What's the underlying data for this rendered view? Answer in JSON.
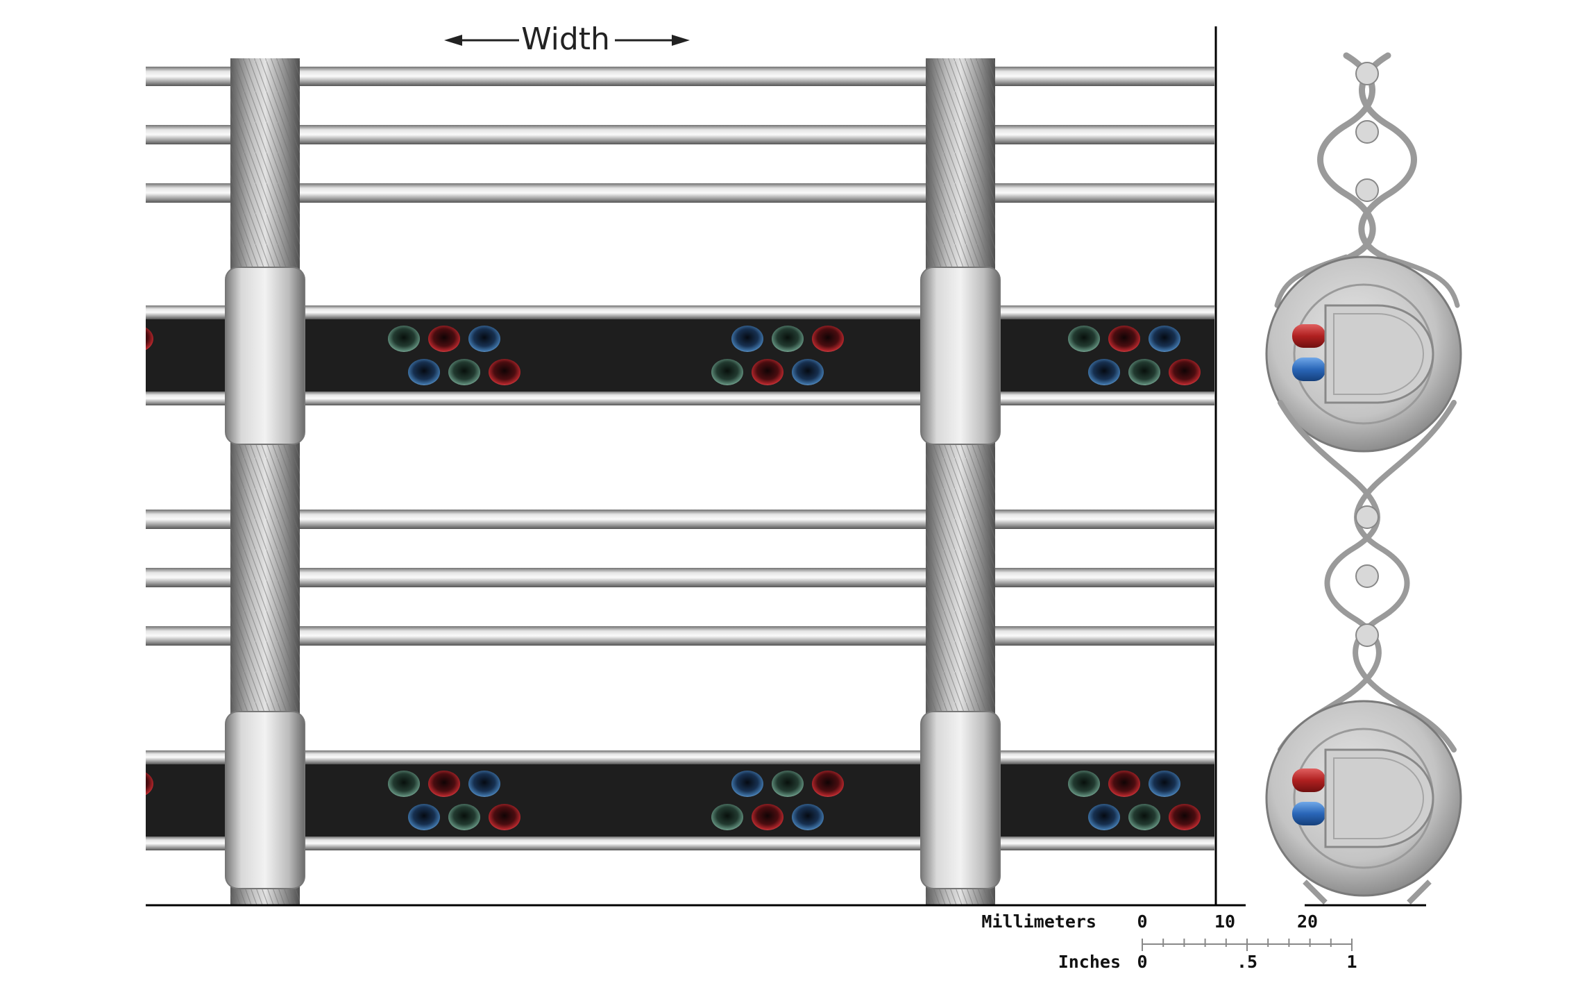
{
  "width_label": "Width",
  "scale": {
    "mm_label": "Millimeters",
    "mm_ticks": [
      "0",
      "10",
      "20"
    ],
    "inch_label": "Inches",
    "inch_ticks": [
      "0",
      ".5",
      "1"
    ]
  },
  "colors": {
    "belt": "#1e1e1e",
    "metal": "#b9b9b9",
    "bead_red": "#b3262b",
    "bead_green": "#5d8a78",
    "bead_blue": "#3f74a8",
    "tab_red": "#c03030",
    "tab_blue": "#3070c0"
  }
}
